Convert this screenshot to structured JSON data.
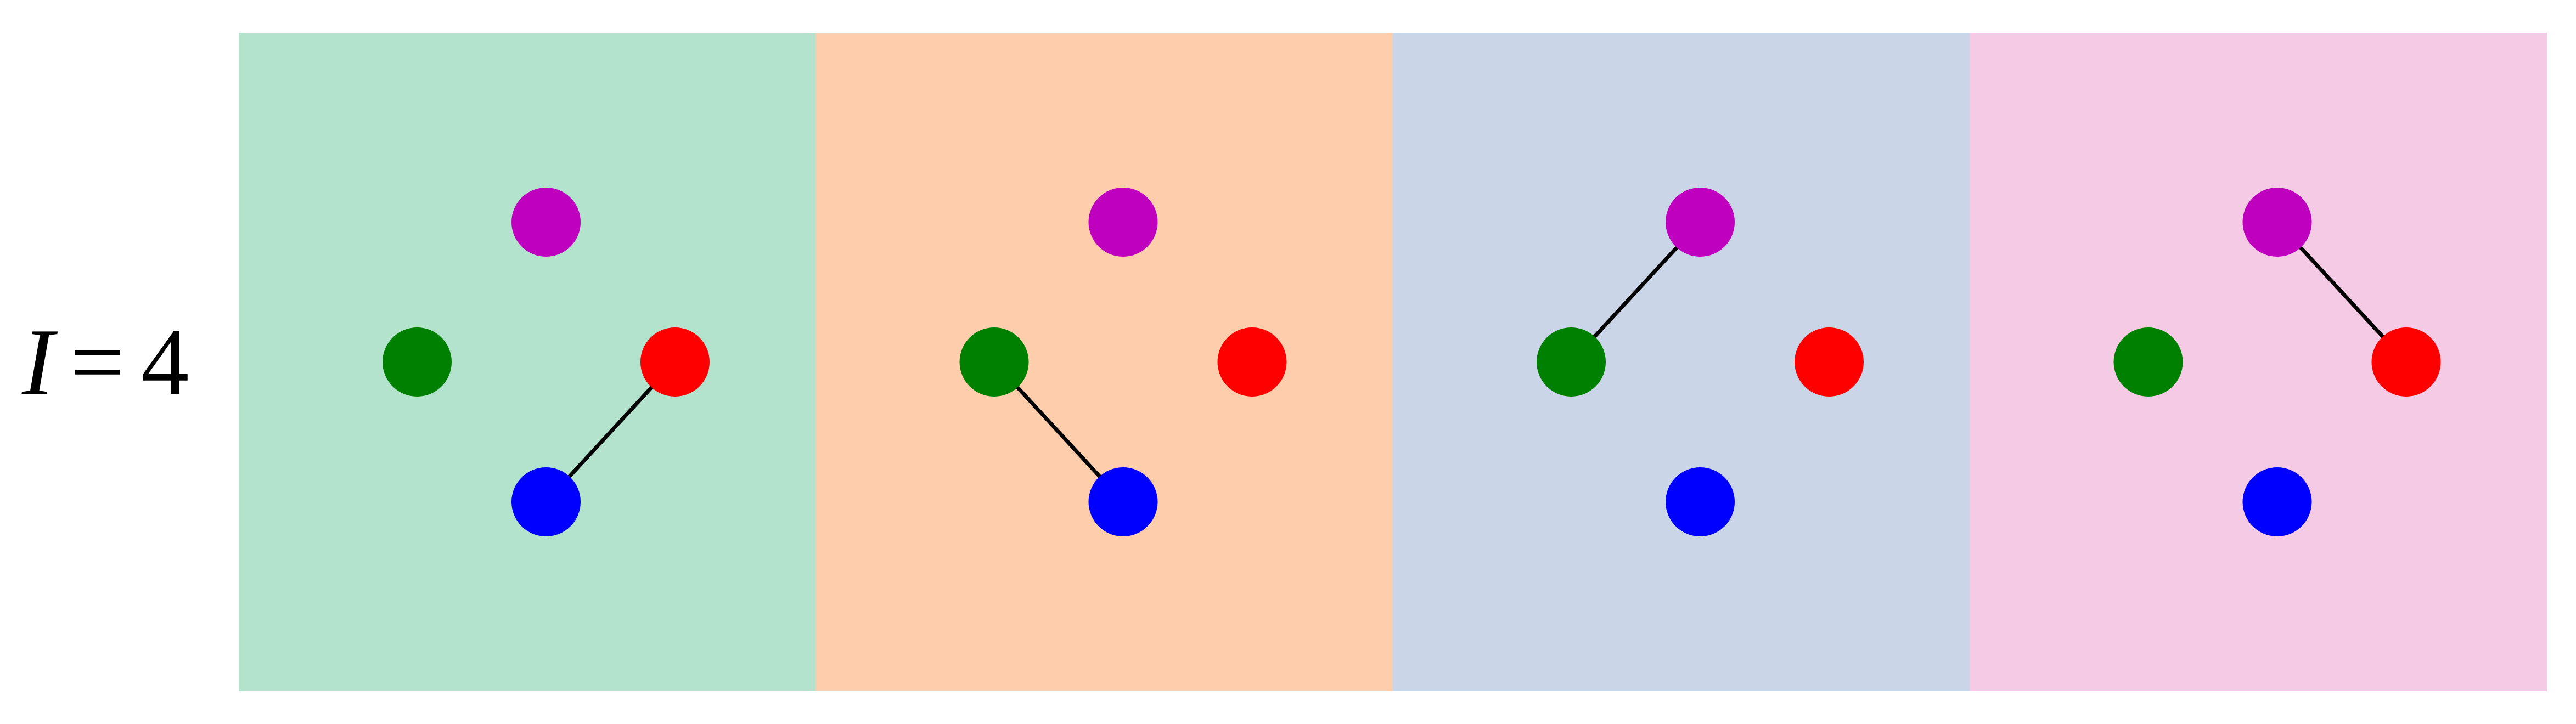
{
  "row_label": {
    "variable": "I",
    "equals": "=",
    "value": "4"
  },
  "node_colors": {
    "magenta": "#bf00bf",
    "green": "#008000",
    "red": "#ff0000",
    "blue": "#0000ff"
  },
  "edge_color": "#000000",
  "panels": [
    {
      "background": "#b3e2cd",
      "edge": [
        "blue",
        "red"
      ]
    },
    {
      "background": "#fdcdac",
      "edge": [
        "green",
        "blue"
      ]
    },
    {
      "background": "#cbd5e8",
      "edge": [
        "green",
        "magenta"
      ]
    },
    {
      "background": "#f4cae4",
      "edge": [
        "magenta",
        "red"
      ]
    }
  ]
}
